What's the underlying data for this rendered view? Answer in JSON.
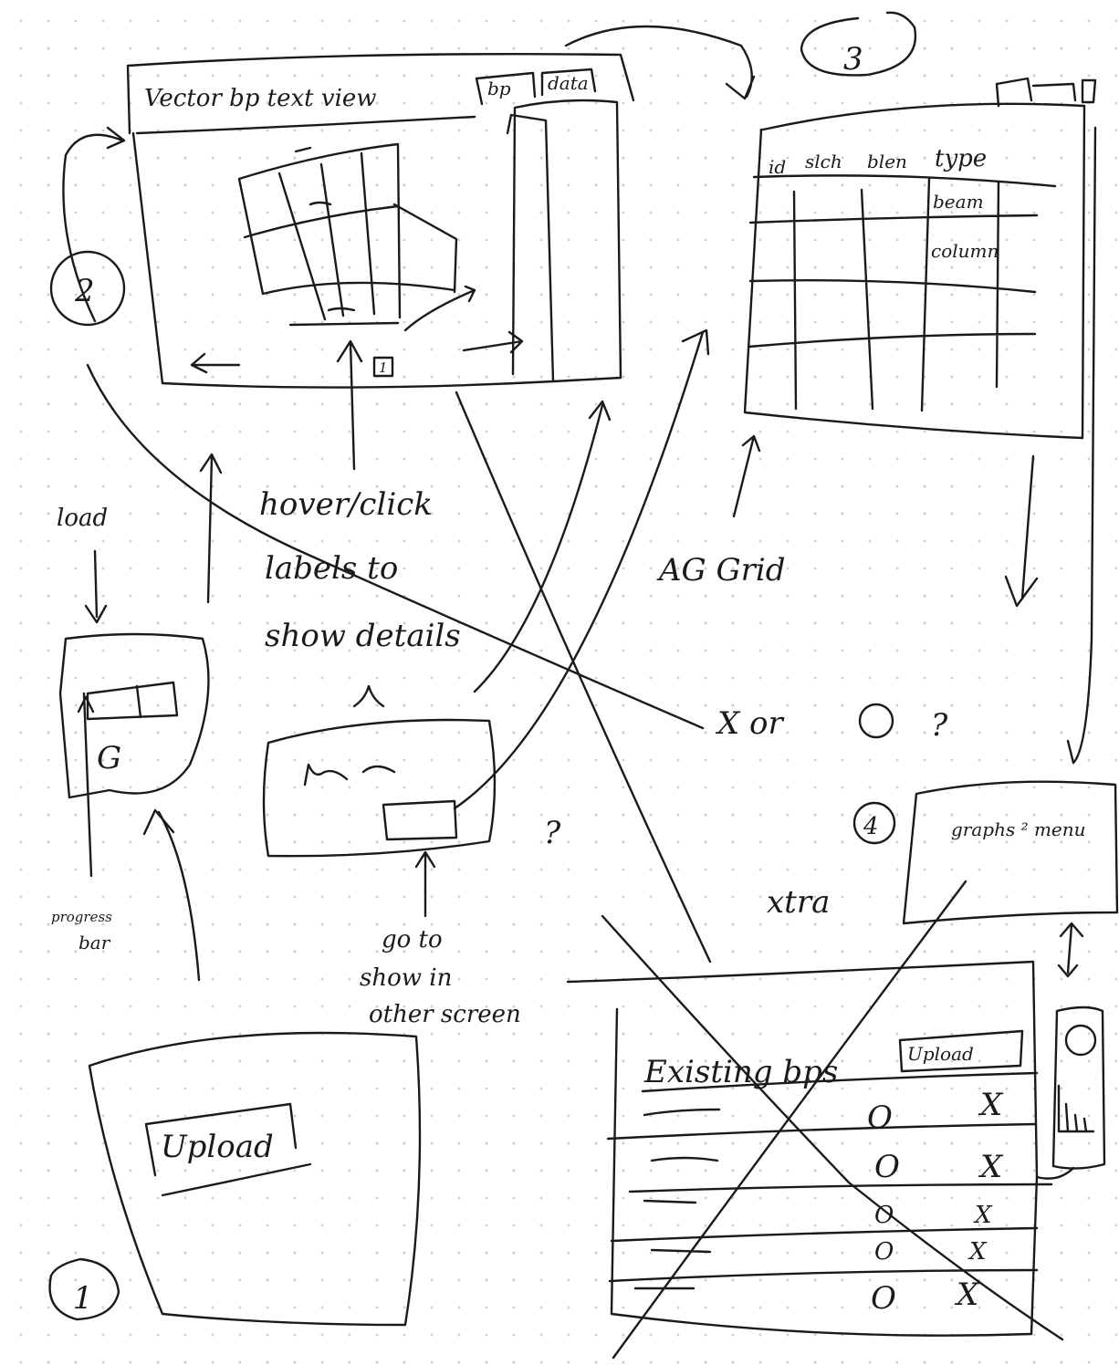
{
  "screens": {
    "s2": {
      "number": "2",
      "title": "Vector bp text view",
      "tabs": [
        "bp",
        "data"
      ],
      "page_indicator": "1"
    },
    "s3": {
      "number": "3",
      "grid_headers": [
        "id",
        "slch",
        "blen",
        "type"
      ],
      "grid_cells": [
        "beam",
        "column"
      ]
    },
    "s4": {
      "number": "4",
      "menu_label": "graphs ² menu",
      "side_label": "xtra"
    },
    "s1": {
      "number": "1",
      "upload_button": "Upload"
    },
    "s5": {
      "heading": "Existing bps",
      "upload_button": "Upload",
      "rows": [
        {
          "open": "O",
          "delete": "X"
        },
        {
          "open": "O",
          "delete": "X"
        },
        {
          "open": "O",
          "delete": "X"
        },
        {
          "open": "O",
          "delete": "X"
        },
        {
          "open": "O",
          "delete": "X"
        }
      ]
    },
    "loading": {
      "glyph": "G"
    }
  },
  "notes": {
    "hover": [
      "hover/click",
      "labels to",
      "show details"
    ],
    "ag_grid": "AG Grid",
    "load": "load",
    "progress": [
      "progress",
      "bar"
    ],
    "goto": [
      "go to",
      "show in",
      "other screen"
    ],
    "x_or": "X or",
    "question": "?",
    "question2": "?"
  }
}
